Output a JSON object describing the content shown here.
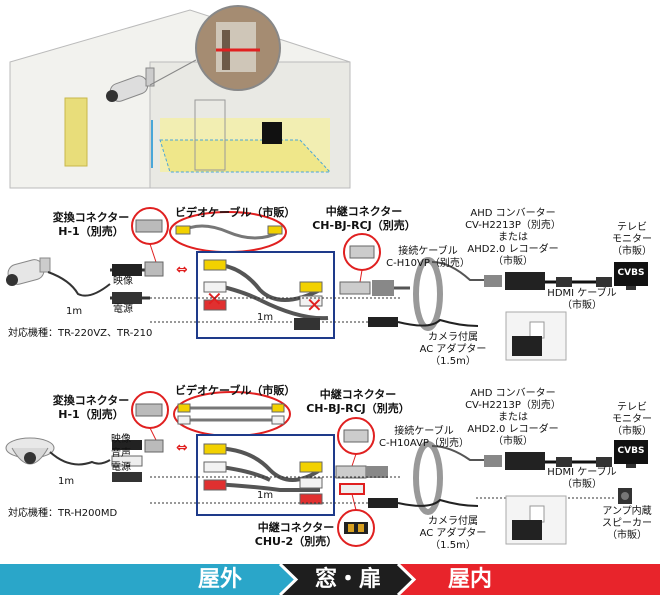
{
  "top": {
    "converter_label": "変換コネクター",
    "converter_model": "H-1（別売）",
    "video_cable": "ビデオケーブル（市販）",
    "relay_label": "中継コネクター",
    "relay_model": "CH-BJ-RCJ（別売）",
    "connect_cable": "接続ケーブル",
    "connect_cable_model": "C-H10VP（別売）",
    "ahd_line1": "AHD コンバーター",
    "ahd_line2": "CV-H2213P（別売）",
    "ahd_line3": "または",
    "ahd_line4": "AHD2.0 レコーダー",
    "ahd_line5": "（市販）",
    "tv_line1": "テレビ",
    "tv_line2": "モニター",
    "tv_line3": "（市販）",
    "cvbs": "CVBS",
    "hdmi_line1": "HDMI ケーブル",
    "hdmi_line2": "（市販）",
    "video_port": "映像",
    "power_port": "電源",
    "length": "1m",
    "length2": "1m",
    "adapter_line1": "カメラ付属",
    "adapter_line2": "AC アダプター",
    "adapter_line3": "（1.5m）",
    "compatible": "対応機種：TR-220VZ、TR-210"
  },
  "bottom": {
    "converter_label": "変換コネクター",
    "converter_model": "H-1（別売）",
    "video_cable": "ビデオケーブル（市販）",
    "relay_label": "中継コネクター",
    "relay_model": "CH-BJ-RCJ（別売）",
    "connect_cable": "接続ケーブル",
    "connect_cable_model": "C-H10AVP（別売）",
    "ahd_line1": "AHD コンバーター",
    "ahd_line2": "CV-H2213P（別売）",
    "ahd_line3": "または",
    "ahd_line4": "AHD2.0 レコーダー",
    "ahd_line5": "（市販）",
    "tv_line1": "テレビ",
    "tv_line2": "モニター",
    "tv_line3": "（市販）",
    "cvbs": "CVBS",
    "hdmi_line1": "HDMI ケーブル",
    "hdmi_line2": "（市販）",
    "video_port": "映像",
    "audio_port": "音声",
    "power_port": "電源",
    "length": "1m",
    "length2": "1m",
    "speaker_line1": "アンプ内蔵",
    "speaker_line2": "スピーカー",
    "speaker_line3": "（市販）",
    "relay2_label": "中継コネクター",
    "relay2_model": "CHU-2（別売）",
    "adapter_line1": "カメラ付属",
    "adapter_line2": "AC アダプター",
    "adapter_line3": "（1.5m）",
    "compatible": "対応機種：TR-H200MD"
  },
  "banner": {
    "outdoor": "屋外",
    "window_door": "窓・扉",
    "indoor": "屋内",
    "colors": {
      "outdoor": "#2aa6c9",
      "window": "#1e1e1e",
      "indoor": "#e8242b"
    }
  }
}
